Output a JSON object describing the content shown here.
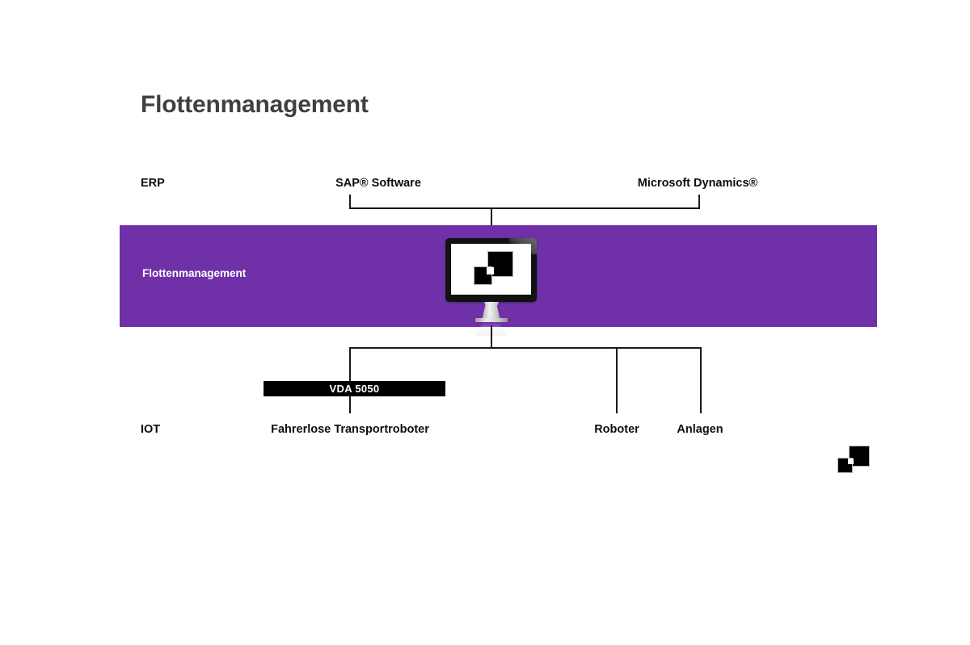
{
  "slide": {
    "title": "Flottenmanagement",
    "background_color": "#ffffff",
    "title_color": "#404040"
  },
  "colors": {
    "band_purple": "#7030A8",
    "line_black": "#1a1a1a",
    "bar_black": "#000000",
    "text_black": "#0d0d0d",
    "text_white": "#ffffff"
  },
  "rows": {
    "erp": {
      "label": "ERP",
      "nodes": [
        {
          "label": "SAP® Software"
        },
        {
          "label": "Microsoft Dynamics®"
        }
      ]
    },
    "center": {
      "band_label": "Flottenmanagement",
      "icon": "desktop-monitor-icon"
    },
    "iot": {
      "label": "IOT",
      "protocol_bar": "VDA 5050",
      "nodes": [
        {
          "label": "Fahrerlose Transportroboter"
        },
        {
          "label": "Roboter"
        },
        {
          "label": "Anlagen"
        }
      ]
    }
  },
  "logo": {
    "name": "two-squares-logo"
  }
}
